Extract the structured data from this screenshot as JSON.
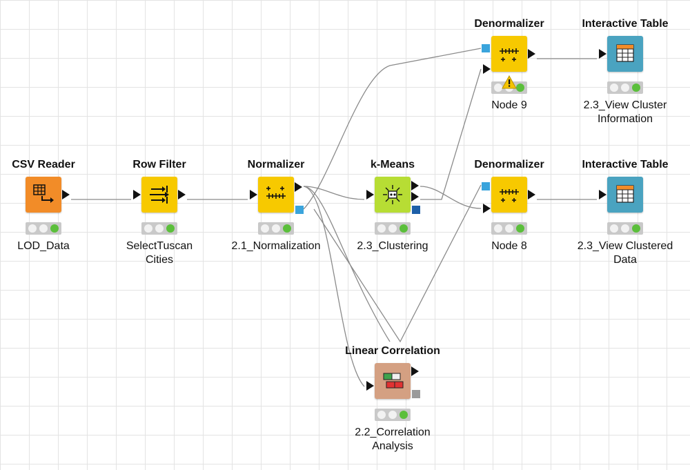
{
  "colors": {
    "reader": "#f28c28",
    "manipulator": "#f7c900",
    "learner": "#b7dd34",
    "view": "#4aa3c0",
    "statistics": "#d4a082",
    "port_data": "#111111",
    "port_blue": "#3aa4dc",
    "port_model": "#1d5fa8",
    "port_gray": "#9a9a9a",
    "status_green": "#5bbf3b",
    "warning": "#f5c400"
  },
  "nodes": {
    "csv_reader": {
      "title": "CSV Reader",
      "label": "LOD_Data",
      "icon": "csv-reader-icon"
    },
    "row_filter": {
      "title": "Row Filter",
      "label": "SelectTuscan\nCities",
      "icon": "row-filter-icon"
    },
    "normalizer": {
      "title": "Normalizer",
      "label": "2.1_Normalization",
      "icon": "normalizer-icon"
    },
    "kmeans": {
      "title": "k-Means",
      "label": "2.3_Clustering",
      "icon": "kmeans-icon"
    },
    "denorm_top": {
      "title": "Denormalizer",
      "label": "Node 9",
      "icon": "denormalizer-icon",
      "status": "warning"
    },
    "table_top": {
      "title": "Interactive Table",
      "label": "2.3_View Cluster\nInformation",
      "icon": "table-view-icon"
    },
    "denorm_mid": {
      "title": "Denormalizer",
      "label": "Node 8",
      "icon": "denormalizer-icon"
    },
    "table_mid": {
      "title": "Interactive Table",
      "label": "2.3_View Clustered\nData",
      "icon": "table-view-icon"
    },
    "lincorr": {
      "title": "Linear Correlation",
      "label": "2.2_Correlation\nAnalysis",
      "icon": "correlation-icon"
    }
  }
}
